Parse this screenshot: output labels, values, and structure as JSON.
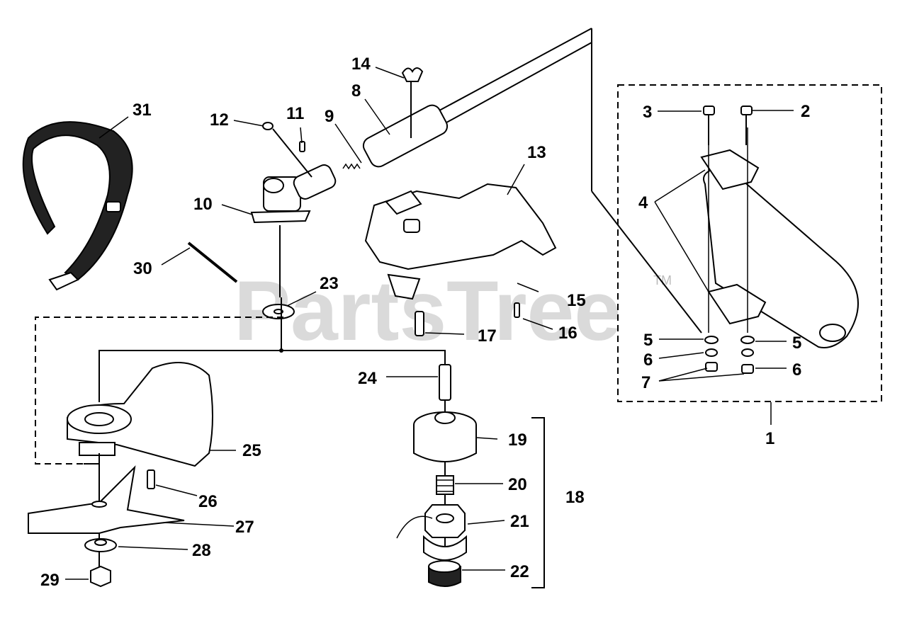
{
  "watermark": {
    "text": "PartsTree",
    "trademark": "TM"
  },
  "labels": {
    "p1": "1",
    "p2": "2",
    "p3": "3",
    "p4": "4",
    "p5a": "5",
    "p5b": "5",
    "p6a": "6",
    "p6b": "6",
    "p7": "7",
    "p8": "8",
    "p9": "9",
    "p10": "10",
    "p11": "11",
    "p12": "12",
    "p13": "13",
    "p14": "14",
    "p15": "15",
    "p16": "16",
    "p17": "17",
    "p18": "18",
    "p19": "19",
    "p20": "20",
    "p21": "21",
    "p22": "22",
    "p23": "23",
    "p24": "24",
    "p25": "25",
    "p26": "26",
    "p27": "27",
    "p28": "28",
    "p29": "29",
    "p30": "30",
    "p31": "31"
  },
  "colors": {
    "ink": "#000000",
    "watermark": "#bdbdbd",
    "background": "#ffffff"
  }
}
